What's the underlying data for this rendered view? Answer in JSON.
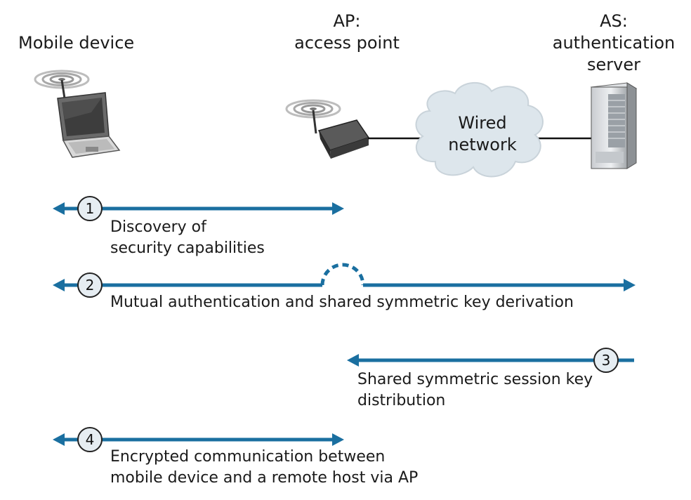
{
  "entities": {
    "mobile": "Mobile device",
    "ap_l1": "AP:",
    "ap_l2": "access point",
    "as_l1": "AS:",
    "as_l2": "authentication",
    "as_l3": "server",
    "cloud_l1": "Wired",
    "cloud_l2": "network"
  },
  "steps": [
    {
      "num": "1",
      "line1": "Discovery of",
      "line2": "security capabilities"
    },
    {
      "num": "2",
      "line1": "Mutual authentication and shared symmetric key derivation"
    },
    {
      "num": "3",
      "line1": "Shared symmetric session key",
      "line2": "distribution"
    },
    {
      "num": "4",
      "line1": "Encrypted communication between",
      "line2": "mobile device and a remote host via AP"
    }
  ],
  "colors": {
    "arrow": "#1a6fa0",
    "badge_fill": "#e6edf2",
    "cloud_fill": "#dde6ec"
  }
}
